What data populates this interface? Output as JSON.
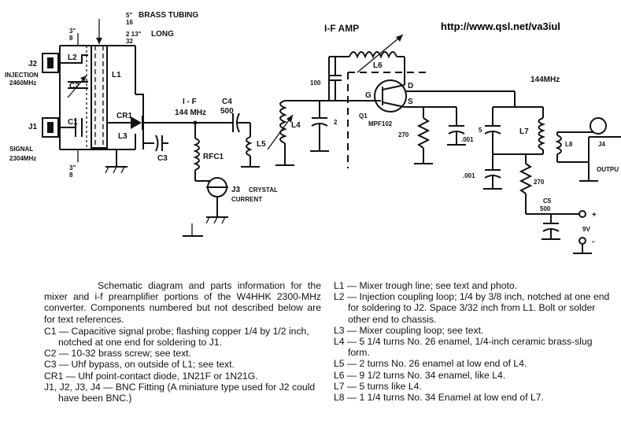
{
  "source_url": "http://www.qsl.net/va3iul",
  "labels": {
    "brass_tubing_fraction": "5\"\n16",
    "brass_tubing_text": "BRASS TUBING",
    "brass_tubing_len": "2 13\"\n32",
    "brass_tubing_long": "LONG",
    "dim_top": "3\"\n8",
    "dim_bottom": "3\"\n8",
    "j2": "J2",
    "injection": "INJECTION",
    "injection_freq": "2460MHz",
    "j1": "J1",
    "signal": "SIGNAL",
    "signal_freq": "2304MHz",
    "l1": "L1",
    "l2": "L2",
    "l3": "L3",
    "c1": "C1",
    "c2": "C2",
    "c3": "C3",
    "cr1": "CR1",
    "if_small": "I - F",
    "if_mhz": "144 MHz",
    "c4": "C4",
    "c4_val": "500",
    "l5": "L5",
    "l4": "L4",
    "rfc1": "RFC1",
    "j3": "J3",
    "crystal": "CRYSTAL",
    "current": "CURRENT",
    "if_amp": "I-F  AMP",
    "l6": "L6",
    "cap100": "100",
    "cap2": "2",
    "g": "G",
    "d": "D",
    "s": "S",
    "q1": "Q1",
    "mpf": "MPF102",
    "r270a": "270",
    "cap001a": ".001",
    "mhz144": "144MHz",
    "cap5": "5",
    "l7": "L7",
    "l8": "L8",
    "j4": "J4",
    "output": "OUTPU",
    "cap001b": ".001",
    "r270b": "270",
    "c5": "C5",
    "c5_val": "500",
    "plus": "+",
    "nine_v": "9V",
    "minus": "-"
  },
  "caption": {
    "intro": "Schematic diagram and parts information for the mixer and i-f preamplifier portions of the W4HHK 2300-MHz converter. Components numbered but not described below are for text references.",
    "left_items": [
      "C1 — Capacitive signal probe; flashing copper 1/4 by 1/2 inch, notched at one end for soldering to J1.",
      "C2 — 10-32 brass screw; see text.",
      "C3 — Uhf bypass, on outside of L1; see text.",
      "CR1 — Uhf point-contact diode, 1N21F or 1N21G.",
      "J1, J2, J3, J4 — BNC Fitting (A miniature type used for J2 could have been BNC.)"
    ],
    "right_items": [
      "L1 — Mixer trough line; see text and photo.",
      "L2 — Injection coupling loop; 1/4 by 3/8 inch, notched at one end for soldering to J2. Space 3/32 inch from L1. Bolt or solder other end to chassis.",
      "L3 — Mixer coupling loop; see text.",
      "L4 — 5 1/4 turns No. 26 enamel, 1/4-inch ceramic brass-slug form.",
      "L5 — 2 turns No. 26 enamel at low end of L4.",
      "L6 — 9 1/2 turns No. 34 enamel, like L4.",
      "L7 — 5 turns like L4.",
      "L8 — 1 1/4 turns No. 34 Enamel at low end of L7."
    ]
  }
}
